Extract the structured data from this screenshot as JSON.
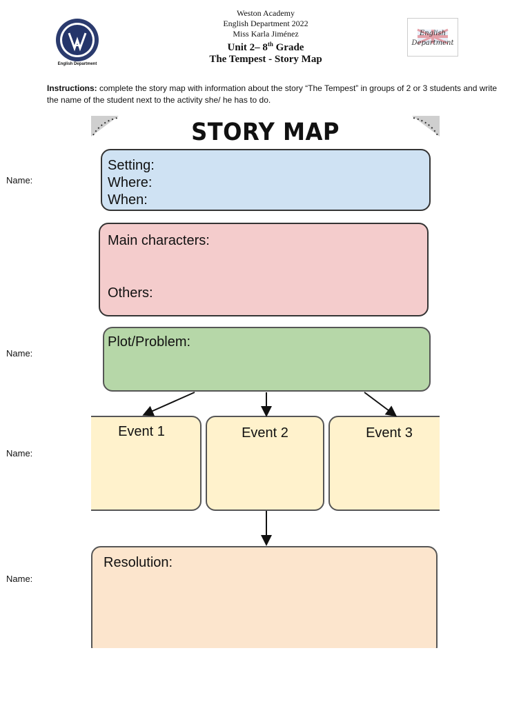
{
  "header": {
    "school": "Weston Academy",
    "department": "English Department 2022",
    "teacher": "Miss Karla Jiménez",
    "unit_prefix": "Unit 2– 8",
    "unit_sup": "th",
    "unit_suffix": " Grade",
    "title": "The Tempest - Story Map",
    "left_logo_caption": "English Department",
    "right_logo_text_1": "English",
    "right_logo_text_2": "Department"
  },
  "instructions": {
    "label": "Instructions:",
    "text": " complete the story map with information about the story “The Tempest” in groups of 2 or 3 students and write the name of the student next to the activity she/ he has to do."
  },
  "story_map": {
    "title": "STORY MAP",
    "setting": {
      "line1": "Setting:",
      "line2": "Where:",
      "line3": "When:"
    },
    "characters": {
      "main": "Main characters:",
      "others": "Others:"
    },
    "plot": "Plot/Problem:",
    "events": [
      "Event 1",
      "Event 2",
      "Event 3"
    ],
    "resolution": "Resolution:"
  },
  "names": [
    "Name:",
    "Name:",
    "Name:",
    "Name:"
  ]
}
